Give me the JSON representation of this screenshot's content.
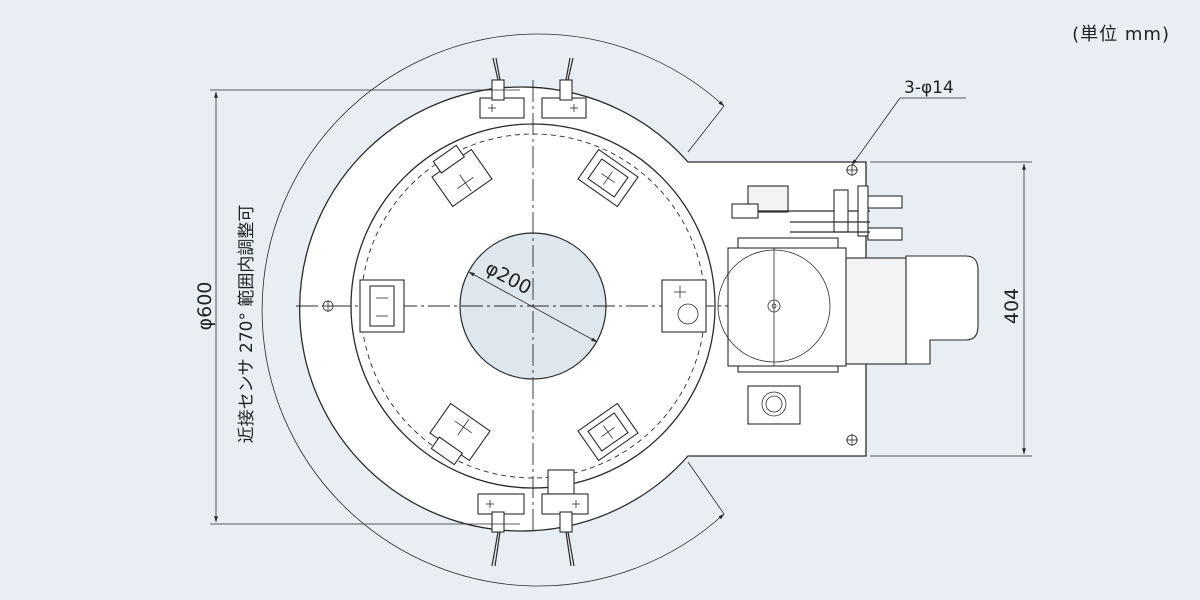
{
  "unit_label": "(単位 mm)",
  "dimensions": {
    "outer_diameter": "φ600",
    "center_hole": "φ200",
    "height": "404",
    "mount_holes": "3-φ14"
  },
  "sensor_note": "近接センサ 270° 範囲内調整可"
}
